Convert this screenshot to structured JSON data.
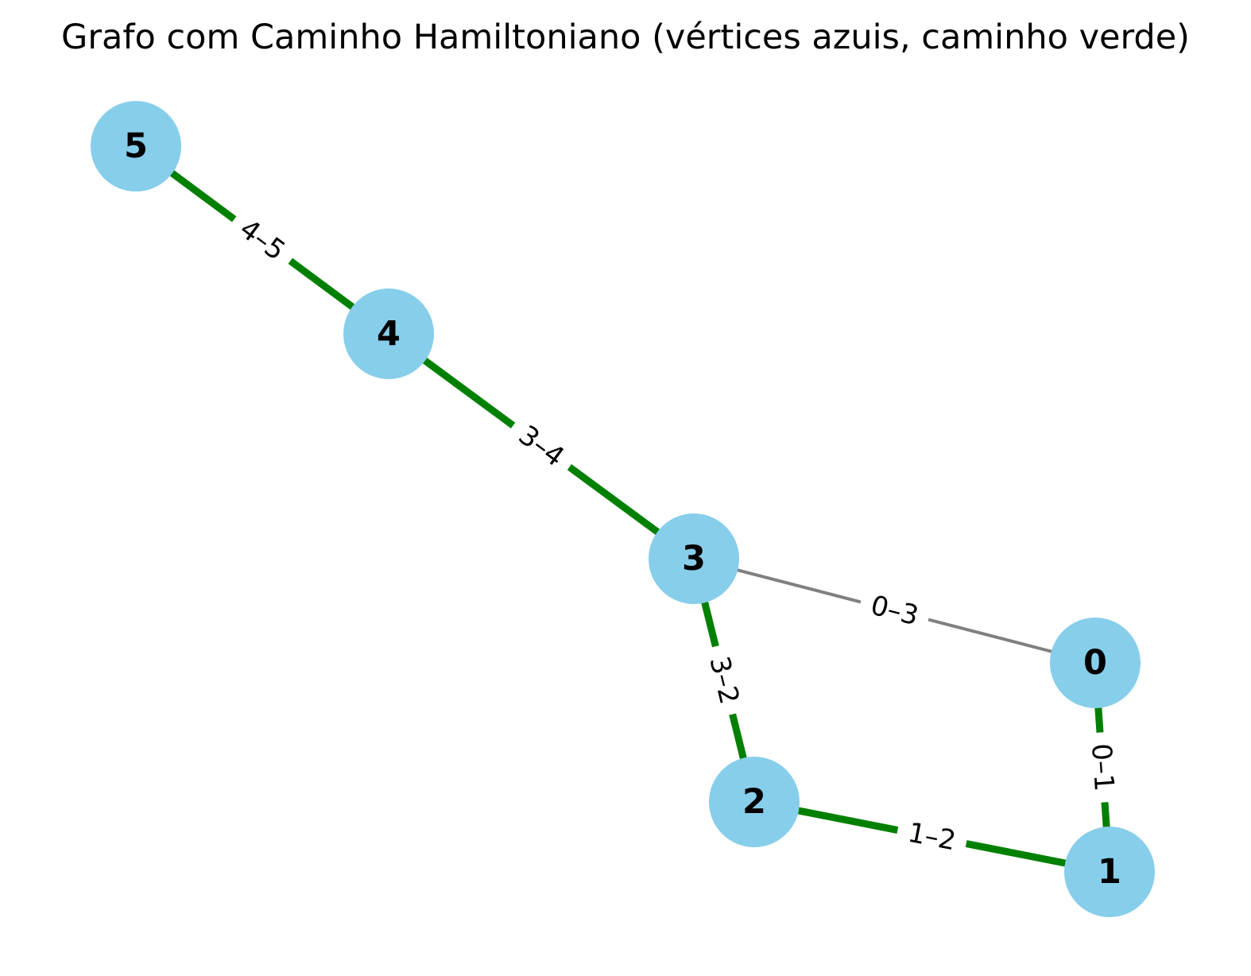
{
  "title": "Grafo com Caminho Hamiltoniano (vértices azuis, caminho verde)",
  "colors": {
    "node_fill": "#87CEEB",
    "node_text": "#000000",
    "path_edge": "#008000",
    "other_edge": "#808080",
    "edge_label_text": "#000000",
    "background": "#ffffff"
  },
  "nodes": [
    {
      "id": "0",
      "label": "0"
    },
    {
      "id": "1",
      "label": "1"
    },
    {
      "id": "2",
      "label": "2"
    },
    {
      "id": "3",
      "label": "3"
    },
    {
      "id": "4",
      "label": "4"
    },
    {
      "id": "5",
      "label": "5"
    }
  ],
  "edges": [
    {
      "source": "0",
      "target": "3",
      "label": "0–3",
      "in_path": false
    },
    {
      "source": "0",
      "target": "1",
      "label": "0–1",
      "in_path": true
    },
    {
      "source": "1",
      "target": "2",
      "label": "1–2",
      "in_path": true
    },
    {
      "source": "3",
      "target": "2",
      "label": "3–2",
      "in_path": true
    },
    {
      "source": "3",
      "target": "4",
      "label": "3–4",
      "in_path": true
    },
    {
      "source": "4",
      "target": "5",
      "label": "4–5",
      "in_path": true
    }
  ],
  "hamiltonian_path": [
    "0",
    "1",
    "2",
    "3",
    "4",
    "5"
  ]
}
